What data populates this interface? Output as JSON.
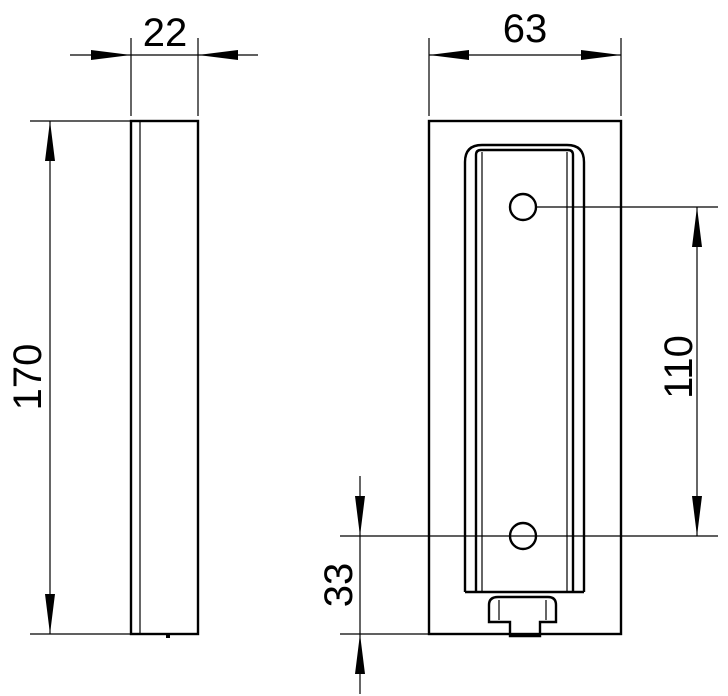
{
  "dimensions": {
    "side_width": "22",
    "front_width": "63",
    "total_height": "170",
    "hole_spacing": "110",
    "bottom_hole_offset": "33"
  }
}
